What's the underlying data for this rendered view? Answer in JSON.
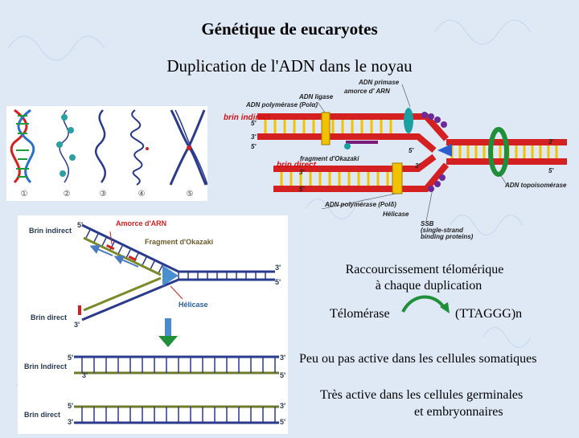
{
  "title": "Génétique de eucaryotes",
  "subtitle": "Duplication de l'ADN dans le noyau",
  "chromatin_panel": {
    "stages": [
      "①",
      "②",
      "③",
      "④",
      "⑤"
    ]
  },
  "fork_diagram": {
    "labels": {
      "adn_primase": "ADN primase",
      "amorce_arn": "amorce d' ARN",
      "adn_ligase": "ADN ligase",
      "polymerase_alpha": "ADN polymérase (Polα)",
      "brin_indirect": "brin indirect",
      "fragment_okazaki": "fragment d'Okazaki",
      "brin_direct": "brin direct",
      "polymerase_delta": "ADN polymérase (Polδ)",
      "helicase": "Hélicase",
      "ssb": "SSB",
      "ssb_desc1": "(single-strand",
      "ssb_desc2": "binding proteins)",
      "topoisomerase": "ADN topoisomérase",
      "five_prime": "5'",
      "three_prime": "3'"
    }
  },
  "telomere_panel": {
    "labels": {
      "brin_indirect": "Brin indirect",
      "amorce_arn": "Amorce d'ARN",
      "fragment_okazaki": "Fragment d'Okazaki",
      "helicase": "Hélicase",
      "brin_direct": "Brin direct",
      "brin_indirect_2": "Brin Indirect",
      "brin_direct_2": "Brin direct",
      "five_prime": "5'",
      "three_prime": "3'"
    }
  },
  "telomere_text": {
    "line1": "Raccourcissement télomérique",
    "line2": "à chaque duplication",
    "telomerase": "Télomérase",
    "repeat": "(TTAGGG)n",
    "somatic": "Peu ou pas active dans les cellules  somatiques",
    "germinal_line1": "Très active dans les cellules germinales",
    "germinal_line2": "et embryonnaires"
  },
  "colors": {
    "red_strand": "#d42020",
    "gold": "#f2c200",
    "green": "#1f8f3a",
    "navy": "#2a3a8c",
    "olive": "#6f7a2a"
  }
}
